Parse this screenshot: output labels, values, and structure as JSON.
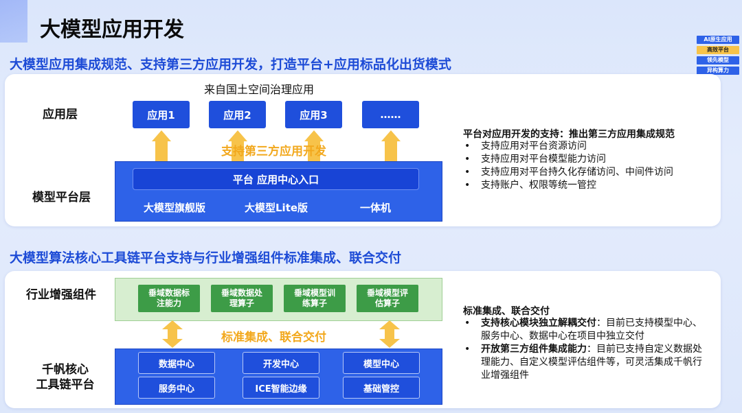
{
  "page": {
    "title": "大模型应用开发"
  },
  "legend": [
    "AI原生应用",
    "高效平台",
    "领先模型",
    "异构算力"
  ],
  "section1": {
    "heading": "大模型应用集成规范、支持第三方应用开发，打造平台+应用标品化出货模式",
    "source_label": "来自国土空间治理应用",
    "app_layer_label": "应用层",
    "apps": [
      "应用1",
      "应用2",
      "应用3",
      "……"
    ],
    "third_party_text": "支持第三方应用开发",
    "platform_layer_label": "模型平台层",
    "entry_label": "平台 应用中心入口",
    "platform_items": [
      "大模型旗舰版",
      "大模型Lite版",
      "一体机"
    ],
    "right_title": "平台对应用开发的支持：推出第三方应用集成规范",
    "bullets": [
      "支持应用对平台资源访问",
      "支持应用对平台模型能力访问",
      "支持应用对平台持久化存储访问、中间件访问",
      "支持账户、权限等统一管控"
    ]
  },
  "section2": {
    "heading": "大模型算法核心工具链平台支持与行业增强组件标准集成、联合交付",
    "industry_label": "行业增强组件",
    "industry_items": [
      "垂域数据标\n注能力",
      "垂域数据处\n理算子",
      "垂域模型训\n练算子",
      "垂域模型评\n估算子"
    ],
    "integration_text": "标准集成、联合交付",
    "core_label_line1": "千帆核心",
    "core_label_line2": "工具链平台",
    "core_items": [
      "数据中心",
      "开发中心",
      "模型中心",
      "服务中心",
      "ICE智能边缘",
      "基础管控"
    ],
    "right_title": "标准集成、联合交付",
    "bullet1_bold": "支持核心模块独立解耦交付",
    "bullet1_rest": "：目前已支持模型中心、服务中心、数据中心在项目中独立交付",
    "bullet2_bold": "开放第三方组件集成能力",
    "bullet2_rest": "：目前已支持自定义数据处理能力、自定义模型评估组件等，可灵活集成千帆行业增强组件"
  },
  "colors": {
    "accent_blue": "#1f4fdc",
    "heading_blue": "#1d4bd6",
    "arrow_yellow": "#f7c34a",
    "overlay_orange": "#f2a81d",
    "industry_green": "#3d9c47"
  }
}
